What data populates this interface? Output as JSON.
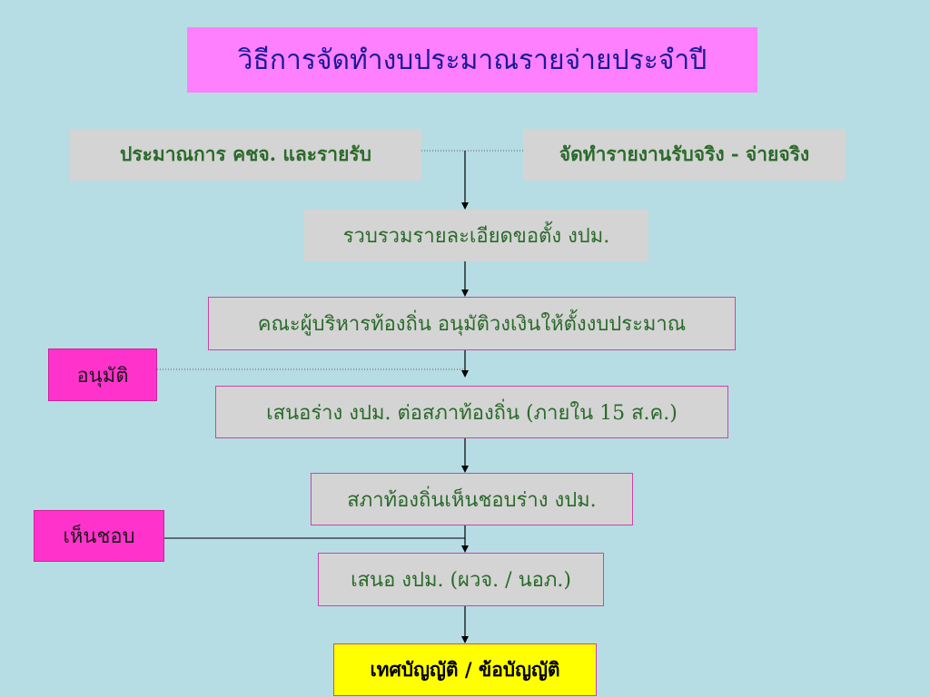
{
  "title": "วิธีการจัดทำงบประมาณรายจ่ายประจำปี",
  "boxes": {
    "estimate": "ประมาณการ คชจ. และรายรับ",
    "report": "จัดทำรายงานรับจริง - จ่ายจริง",
    "collect": "รวบรวมรายละเอียดขอตั้ง งปม.",
    "executives": "คณะผู้บริหารท้องถิ่น อนุมัติวงเงินให้ตั้งงบประมาณ",
    "propose_council": "เสนอร่าง งปม. ต่อสภาท้องถิ่น (ภายใน 15 ส.ค.)",
    "council_approve": "สภาท้องถิ่นเห็นชอบร่าง งปม.",
    "propose_governor": "เสนอ งปม. (ผวจ. / นอภ.)",
    "final": "เทศบัญญัติ / ข้อบัญญัติ"
  },
  "side_labels": {
    "approve": "อนุมัติ",
    "agree": "เห็นชอบ"
  },
  "colors": {
    "background": "#b6dde3",
    "title_bg": "#ff80ff",
    "title_text": "#1a1a99",
    "step_bg": "#d4d4d4",
    "step_text": "#2a6a2a",
    "side_bg": "#ff33cc",
    "final_bg": "#ffff00"
  }
}
